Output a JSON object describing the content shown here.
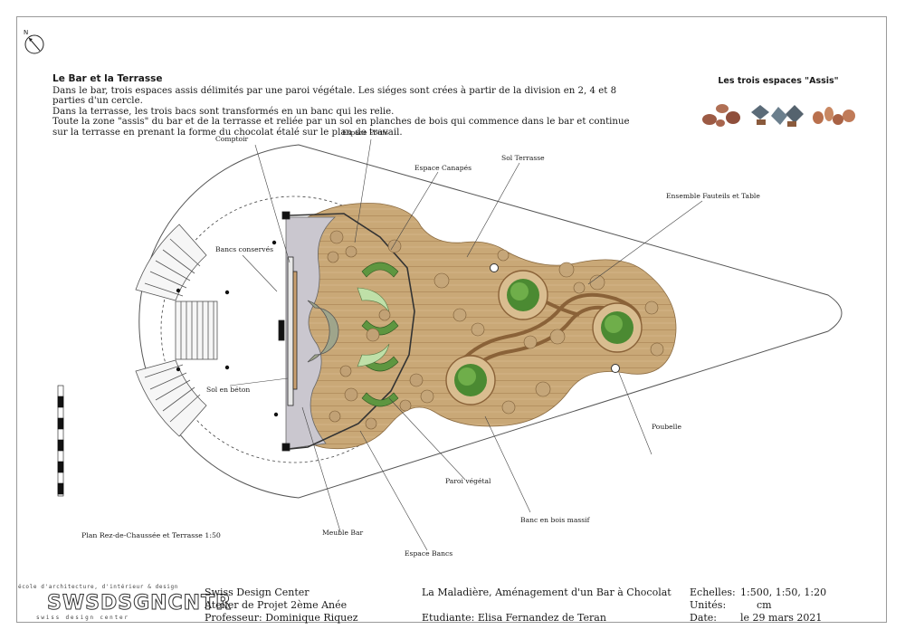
{
  "header": {
    "north_label": "N",
    "section_title": "Le Bar et la Terrasse",
    "paragraphs": [
      "Dans le bar, trois espaces assis délimités par une paroi végétale. Les siéges sont crées à partir de la division en 2, 4 et 8 parties d'un cercle.",
      "Dans la terrasse, les trois bacs sont transformés en un banc qui les relie.",
      "Toute la zone \"assis\" du bar et de la terrasse et reliée par un sol en planches de bois qui commence dans le bar et continue sur la terrasse en prenant la forme du chocolat étalé sur le plan de travail."
    ],
    "assis_title": "Les trois espaces \"Assis\""
  },
  "plan": {
    "labels": {
      "comptoir": "Comptoir",
      "espace_poufs": "Espace Poufs",
      "espace_canapes": "Espace Canapés",
      "sol_terrasse": "Sol Terrasse",
      "ensemble": "Ensemble Fauteils et Table",
      "bancs_conserves": "Bancs conservés",
      "sol_beton": "Sol en béton",
      "poubelle": "Poubelle",
      "paroi": "Paroi végétal",
      "banc_bois": "Banc en bois massif",
      "meuble_bar": "Meuble Bar",
      "espace_bancs": "Espace Bancs"
    },
    "plan_title": "Plan Rez-de-Chaussée et Terrasse 1:50",
    "colors": {
      "wood": "#c9a877",
      "wood_dark": "#a88252",
      "concrete": "#c9c6cc",
      "plant": "#4f8a36",
      "outline": "#444444"
    }
  },
  "title_block": {
    "school_small": "école d'architecture, d'intérieur & design",
    "school_logo": "SWSDSGNCNTR",
    "school_sub": "swiss design center",
    "org": "Swiss Design Center",
    "atelier": "Atelier de Projet 2ème Anée",
    "professeur": "Professeur: Dominique Riquez",
    "project": "La Maladière, Aménagement d'un Bar à Chocolat",
    "etudiante": "Etudiante: Elisa Fernandez de Teran",
    "echelles_label": "Echelles:",
    "echelles_value": "1:500, 1:50, 1:20",
    "unites_label": "Unités:",
    "unites_value": "cm",
    "date_label": "Date:",
    "date_value": "le 29 mars 2021"
  }
}
